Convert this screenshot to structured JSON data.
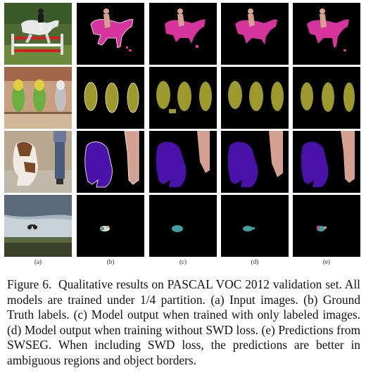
{
  "figure": {
    "columns": [
      {
        "key": "a",
        "label": "(a)"
      },
      {
        "key": "b",
        "label": "(b)"
      },
      {
        "key": "c",
        "label": "(c)"
      },
      {
        "key": "d",
        "label": "(d)"
      },
      {
        "key": "e",
        "label": "(e)"
      }
    ],
    "rows": [
      "horse-rider",
      "parrots",
      "dog-person",
      "motorbike-jump"
    ],
    "class_colors": {
      "person": "#d4a090",
      "horse": "#d4349c",
      "bird": "#9c9a2c",
      "dog": "#4a12a8",
      "motorbike": "#40a0a0",
      "background": "#000000"
    }
  },
  "caption": {
    "label": "Figure 6.",
    "text_before": "Qualitative results on PASCAL VOC 2012 validation set. All models are trained under 1/4 partition. (a) Input images. (b) Ground Truth labels. (c) Model output when trained with only labeled images. (d) Model output when training without SWD loss. (e) Predictions from ",
    "method_prefix": "SWS",
    "method_suffix": "EG",
    "text_after": ". When including SWD loss, the predictions are better in ambiguous regions and object borders."
  }
}
